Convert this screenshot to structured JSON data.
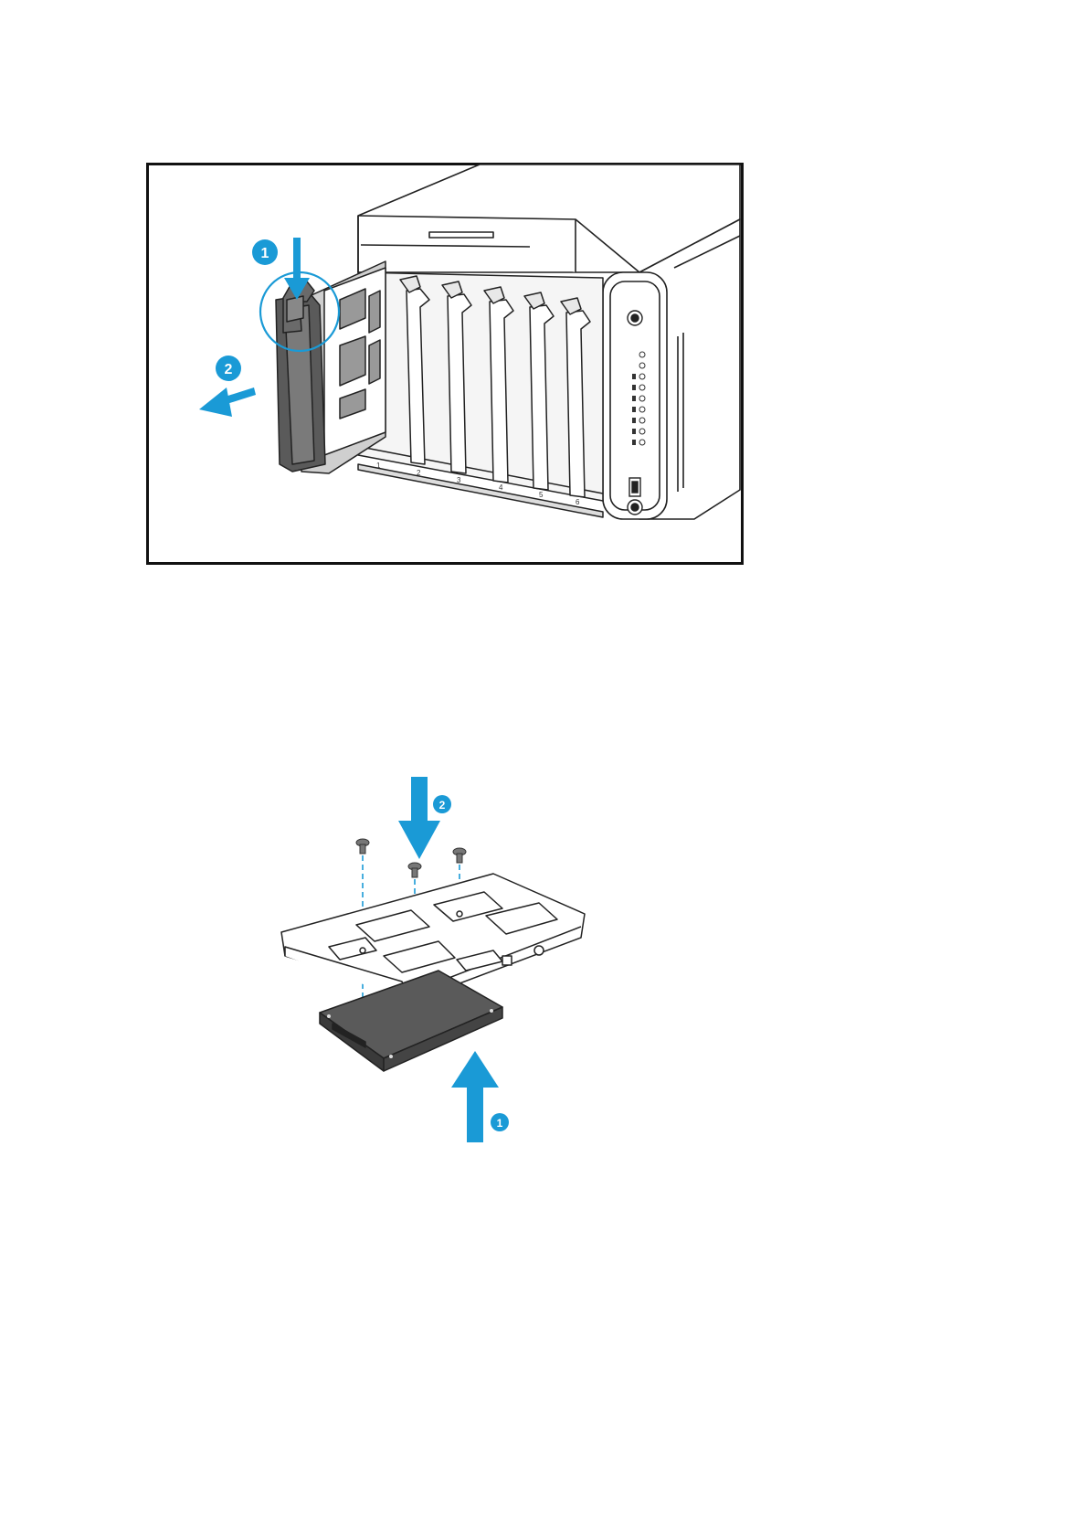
{
  "figure_remove_tray": {
    "callouts": [
      "1",
      "2"
    ],
    "bay_numbers": [
      "1",
      "2",
      "3",
      "4",
      "5",
      "6"
    ],
    "accent_color": "#1a9ad6"
  },
  "figure_install_drive": {
    "callouts": [
      "2",
      "1"
    ],
    "accent_color": "#1a9ad6"
  }
}
